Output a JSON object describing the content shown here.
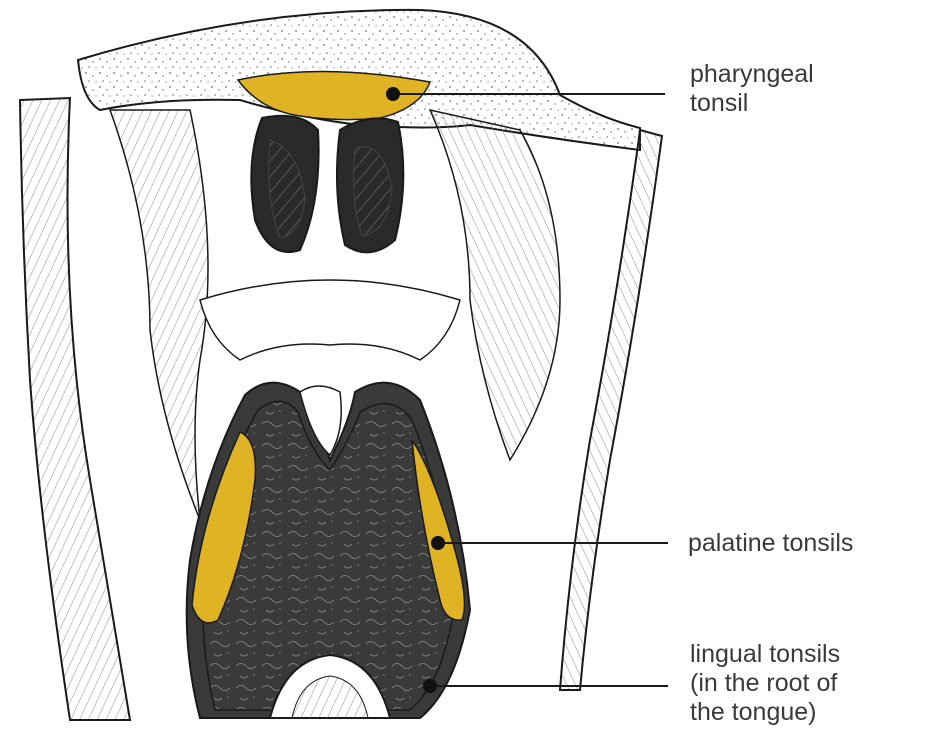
{
  "colors": {
    "tonsil_fill": "#e0b325",
    "line": "#1a1a1a",
    "stipple": "#6b6b6b",
    "dark_cavity": "#2a2a2a",
    "background": "#ffffff"
  },
  "labels": {
    "pharyngeal": {
      "line1": "pharyngeal",
      "line2": "tonsil"
    },
    "palatine": {
      "line1": "palatine tonsils"
    },
    "lingual": {
      "line1": "lingual tonsils",
      "line2": "(in the root of",
      "line3": "the tongue)"
    }
  }
}
